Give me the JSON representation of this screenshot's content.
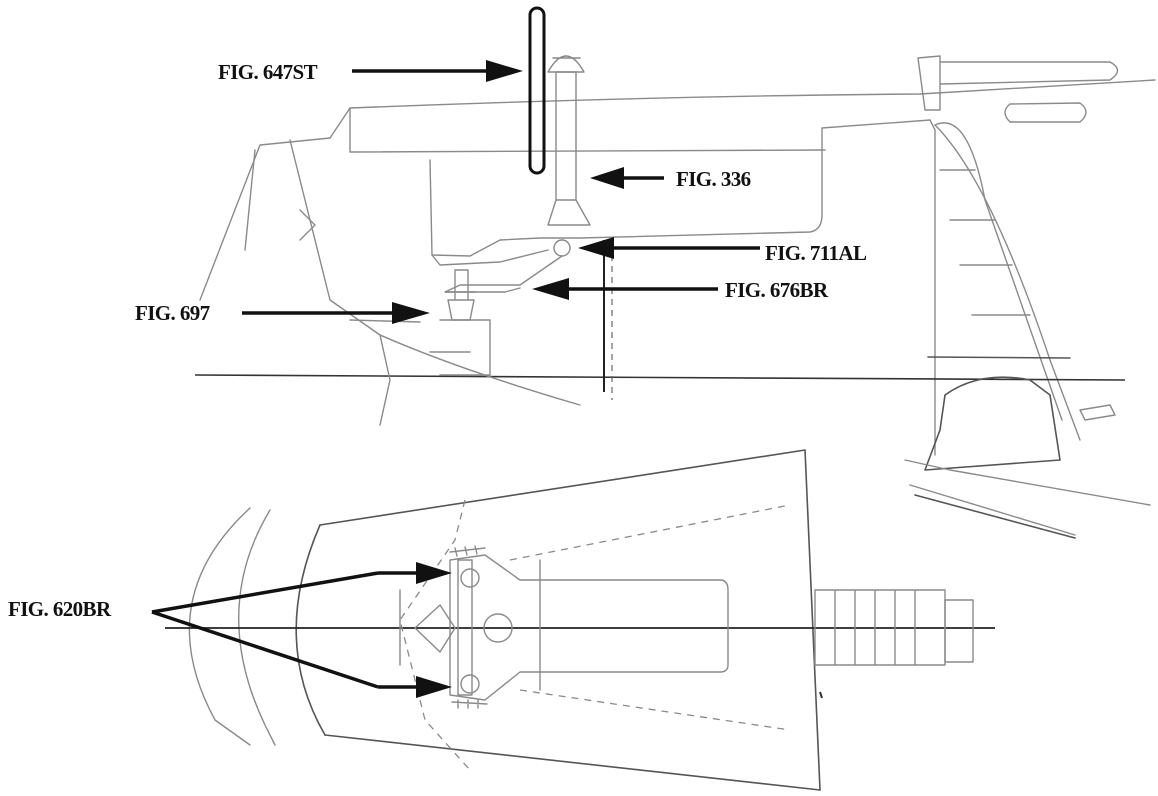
{
  "labels": {
    "fig_647st": "FIG. 647ST",
    "fig_336": "FIG. 336",
    "fig_711al": "FIG. 711AL",
    "fig_676br": "FIG. 676BR",
    "fig_697": "FIG. 697",
    "fig_620br": "FIG. 620BR"
  },
  "colors": {
    "line_art": "#8a8a8a",
    "arrows": "#111111",
    "background": "#ffffff"
  }
}
